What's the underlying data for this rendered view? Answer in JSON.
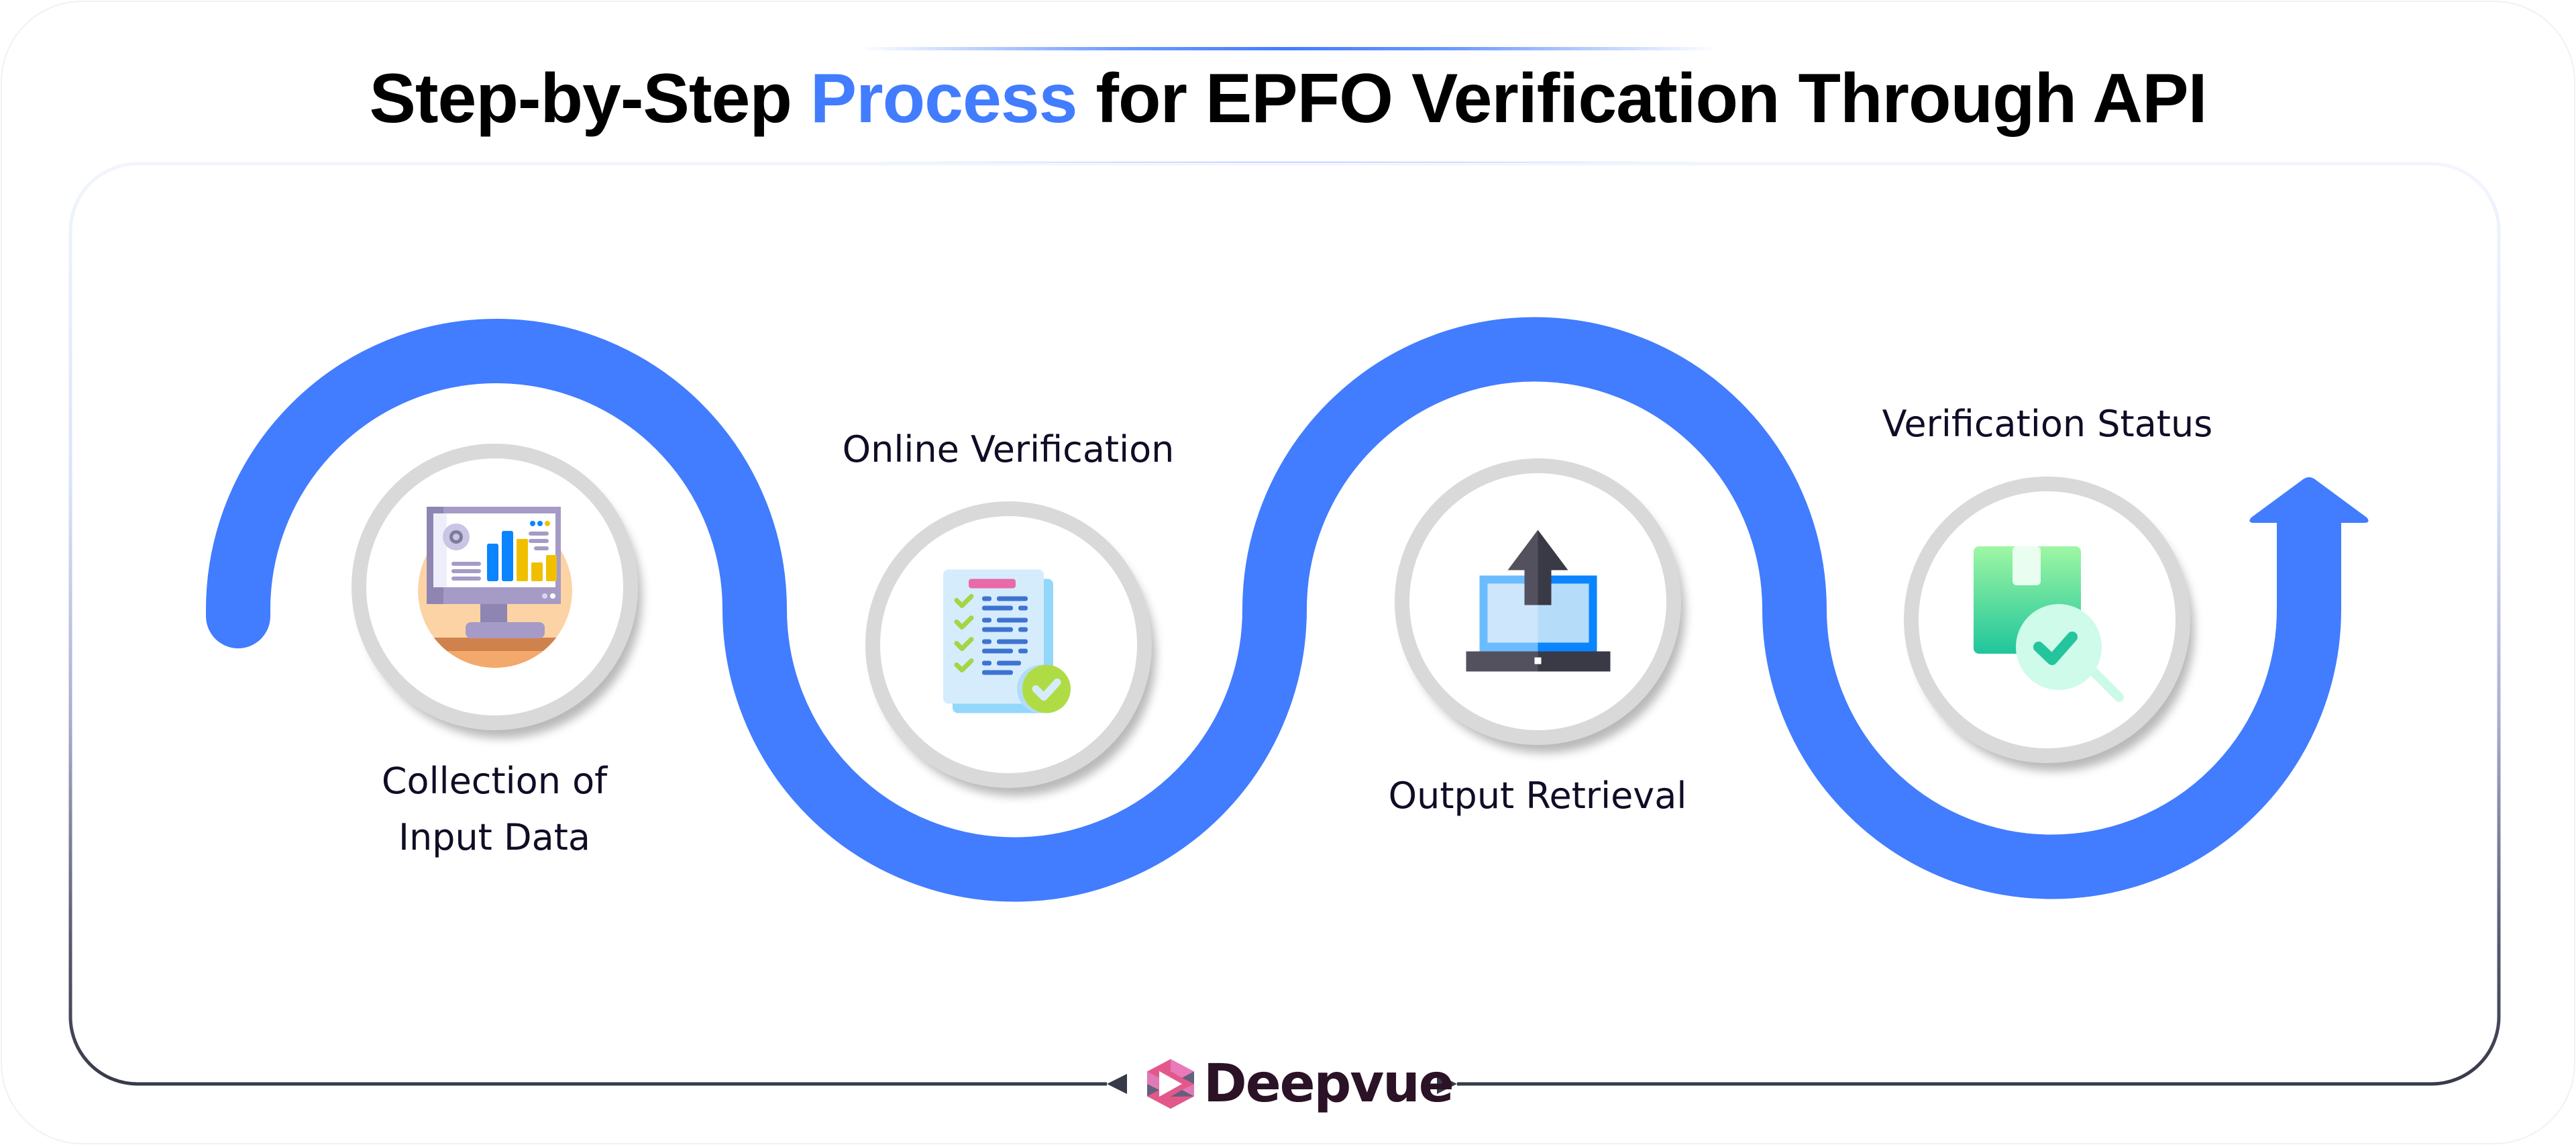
{
  "header": {
    "title_prefix": "Step-by-Step ",
    "title_accent": "Process",
    "title_suffix": " for EPFO Verification Through API"
  },
  "steps": [
    {
      "label_line1": "Collection of",
      "label_line2": "Input Data",
      "icon": "monitor-chart-icon"
    },
    {
      "label_line1": "Online Verification",
      "icon": "checklist-document-icon"
    },
    {
      "label_line1": "Output Retrieval",
      "icon": "laptop-upload-icon"
    },
    {
      "label_line1": "Verification Status",
      "icon": "package-search-check-icon"
    }
  ],
  "footer": {
    "brand_name": "Deepvue"
  },
  "colors": {
    "accent": "#427cff",
    "text": "#0f0d26",
    "ring": "#d9d9d9",
    "brand_text": "#2b1226"
  }
}
